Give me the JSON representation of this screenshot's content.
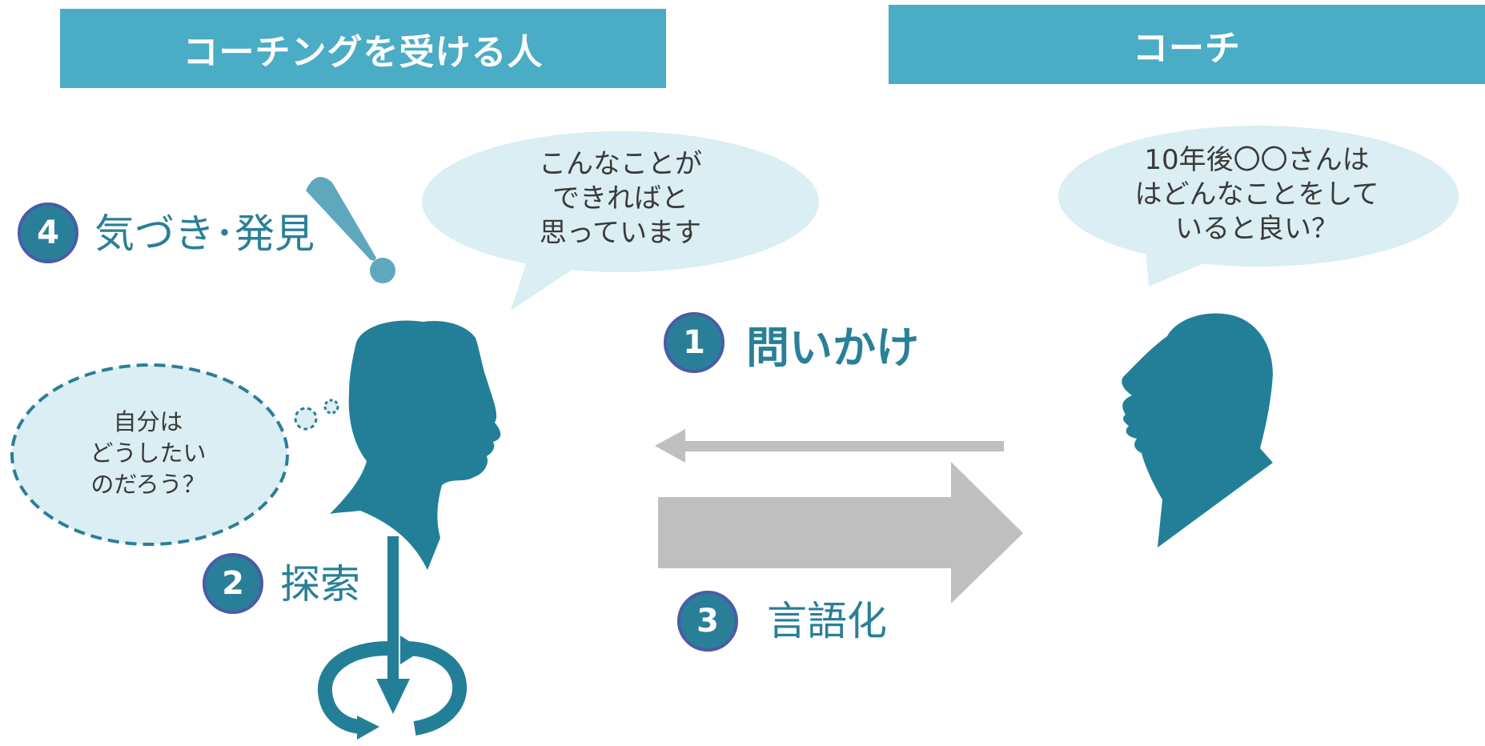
{
  "headers": {
    "left": "コーチングを受ける人",
    "right": "コーチ"
  },
  "bubbles": {
    "client_speech": [
      "こんなことが",
      "できればと",
      "思っています"
    ],
    "coach_speech": [
      "10年後〇〇さんは",
      "はどんなことをして",
      "いると良い？"
    ],
    "client_thought": [
      "自分は",
      "どうしたい",
      "のだろう？"
    ]
  },
  "steps": [
    {
      "number": "1",
      "label": "問いかけ"
    },
    {
      "number": "2",
      "label": "探索"
    },
    {
      "number": "3",
      "label": "言語化"
    },
    {
      "number": "4",
      "label": "気づき･発見"
    }
  ],
  "colors": {
    "header": "#4bacc6",
    "teal": "#2a7f98",
    "bubble": "#daeef3",
    "arrow_gray": "#bfbfbf",
    "circle_border": "#4a5ba8"
  },
  "icons": {
    "client": "head-silhouette-icon",
    "coach": "head-silhouette-icon",
    "exclamation": "exclamation-icon",
    "cycle": "cycle-arrows-icon"
  }
}
